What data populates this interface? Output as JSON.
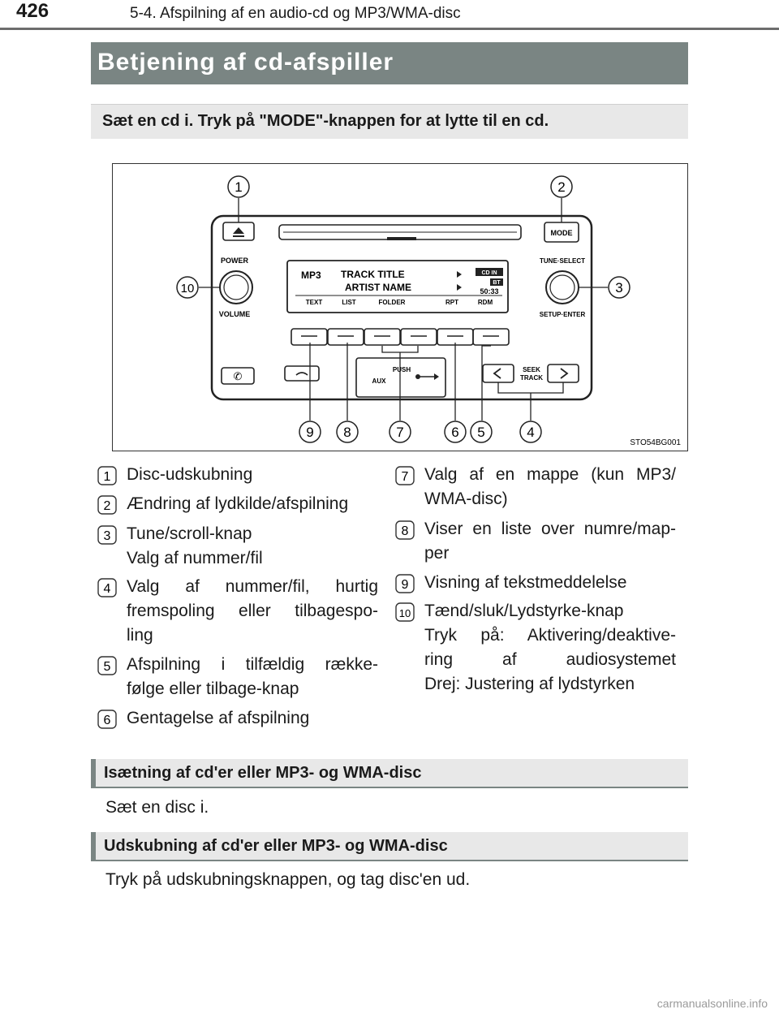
{
  "header": {
    "page_number": "426",
    "chapter": "5-4. Afspilning af en audio-cd og MP3/WMA-disc"
  },
  "title": "Betjening af cd-afspiller",
  "intro": "Sæt en cd i. Tryk på \"MODE\"-knappen for at lytte til en cd.",
  "figure": {
    "code": "STO54BG001",
    "button_labels": {
      "mode": "MODE",
      "power": "POWER",
      "volume": "VOLUME",
      "tune_select": "TUNE·SELECT",
      "setup_enter": "SETUP·ENTER",
      "push": "PUSH",
      "aux": "AUX",
      "seek": "SEEK",
      "track": "TRACK"
    },
    "display": {
      "format": "MP3",
      "track_title": "TRACK TITLE",
      "artist_name": "ARTIST NAME",
      "cd_in": "CD IN",
      "bt": "BT",
      "time": "50:33",
      "softkeys": [
        "TEXT",
        "LIST",
        "FOLDER",
        "RPT",
        "RDM"
      ]
    },
    "callouts": [
      "1",
      "2",
      "3",
      "4",
      "5",
      "6",
      "7",
      "8",
      "9",
      "10"
    ]
  },
  "legend_left": [
    {
      "num": "1",
      "lines": [
        "Disc-udskubning"
      ]
    },
    {
      "num": "2",
      "lines": [
        "Ændring af lydkilde/afspilning"
      ]
    },
    {
      "num": "3",
      "lines": [
        "Tune/scroll-knap",
        "Valg af nummer/fil"
      ]
    },
    {
      "num": "4",
      "lines": [
        "Valg af nummer/fil, hurtig",
        "fremspoling eller tilbagespo-",
        "ling"
      ]
    },
    {
      "num": "5",
      "lines": [
        "Afspilning i tilfældig række-",
        "følge eller tilbage-knap"
      ]
    },
    {
      "num": "6",
      "lines": [
        "Gentagelse af afspilning"
      ]
    }
  ],
  "legend_right": [
    {
      "num": "7",
      "lines": [
        "Valg af en mappe (kun MP3/",
        "WMA-disc)"
      ]
    },
    {
      "num": "8",
      "lines": [
        "Viser en liste over numre/map-",
        "per"
      ]
    },
    {
      "num": "9",
      "lines": [
        "Visning af tekstmeddelelse"
      ]
    },
    {
      "num": "10",
      "lines": [
        "Tænd/sluk/Lydstyrke-knap",
        "Tryk på: Aktivering/deaktive-",
        "ring af audiosystemet",
        "Drej: Justering af lydstyrken"
      ]
    }
  ],
  "section_insert": {
    "title": "Isætning af cd'er eller MP3- og WMA-disc",
    "text": "Sæt en disc i."
  },
  "section_eject": {
    "title": "Udskubning af cd'er eller MP3- og WMA-disc",
    "text": "Tryk på udskubningsknappen, og tag disc'en ud."
  },
  "watermark": "carmanualsonline.info"
}
